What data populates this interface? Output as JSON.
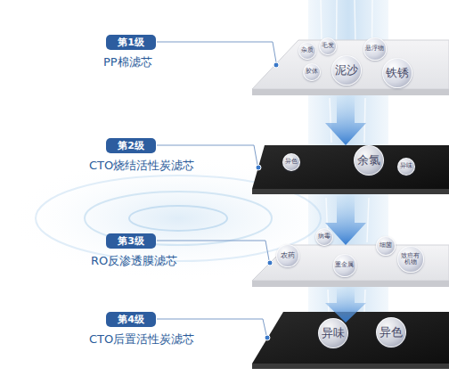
{
  "diagram": {
    "nodes": [
      {
        "text": [
          "第1级",
          "PP棉滤芯"
        ]
      },
      {
        "text": [
          "杂质"
        ]
      },
      {
        "text": [
          "毛发"
        ]
      },
      {
        "text": [
          "悬浮物"
        ]
      },
      {
        "text": [
          "胶体"
        ]
      },
      {
        "text": [
          "泥沙"
        ]
      },
      {
        "text": [
          "铁锈"
        ]
      },
      {
        "text": [
          "第2级",
          "CTO烧结活性炭滤芯"
        ]
      },
      {
        "text": [
          "异色"
        ]
      },
      {
        "text": [
          "余氯"
        ]
      },
      {
        "text": [
          "异味"
        ]
      },
      {
        "text": [
          "第3级",
          "RO反渗透膜滤芯"
        ]
      },
      {
        "text": [
          "农药"
        ]
      },
      {
        "text": [
          "病毒"
        ]
      },
      {
        "text": [
          "重金属"
        ]
      },
      {
        "text": [
          "细菌"
        ]
      },
      {
        "text": [
          "致癌有机物"
        ]
      },
      {
        "text": [
          "第4级",
          "CTO后置活性炭滤芯"
        ]
      },
      {
        "text": [
          "异味"
        ]
      },
      {
        "text": [
          "异色"
        ]
      }
    ]
  }
}
